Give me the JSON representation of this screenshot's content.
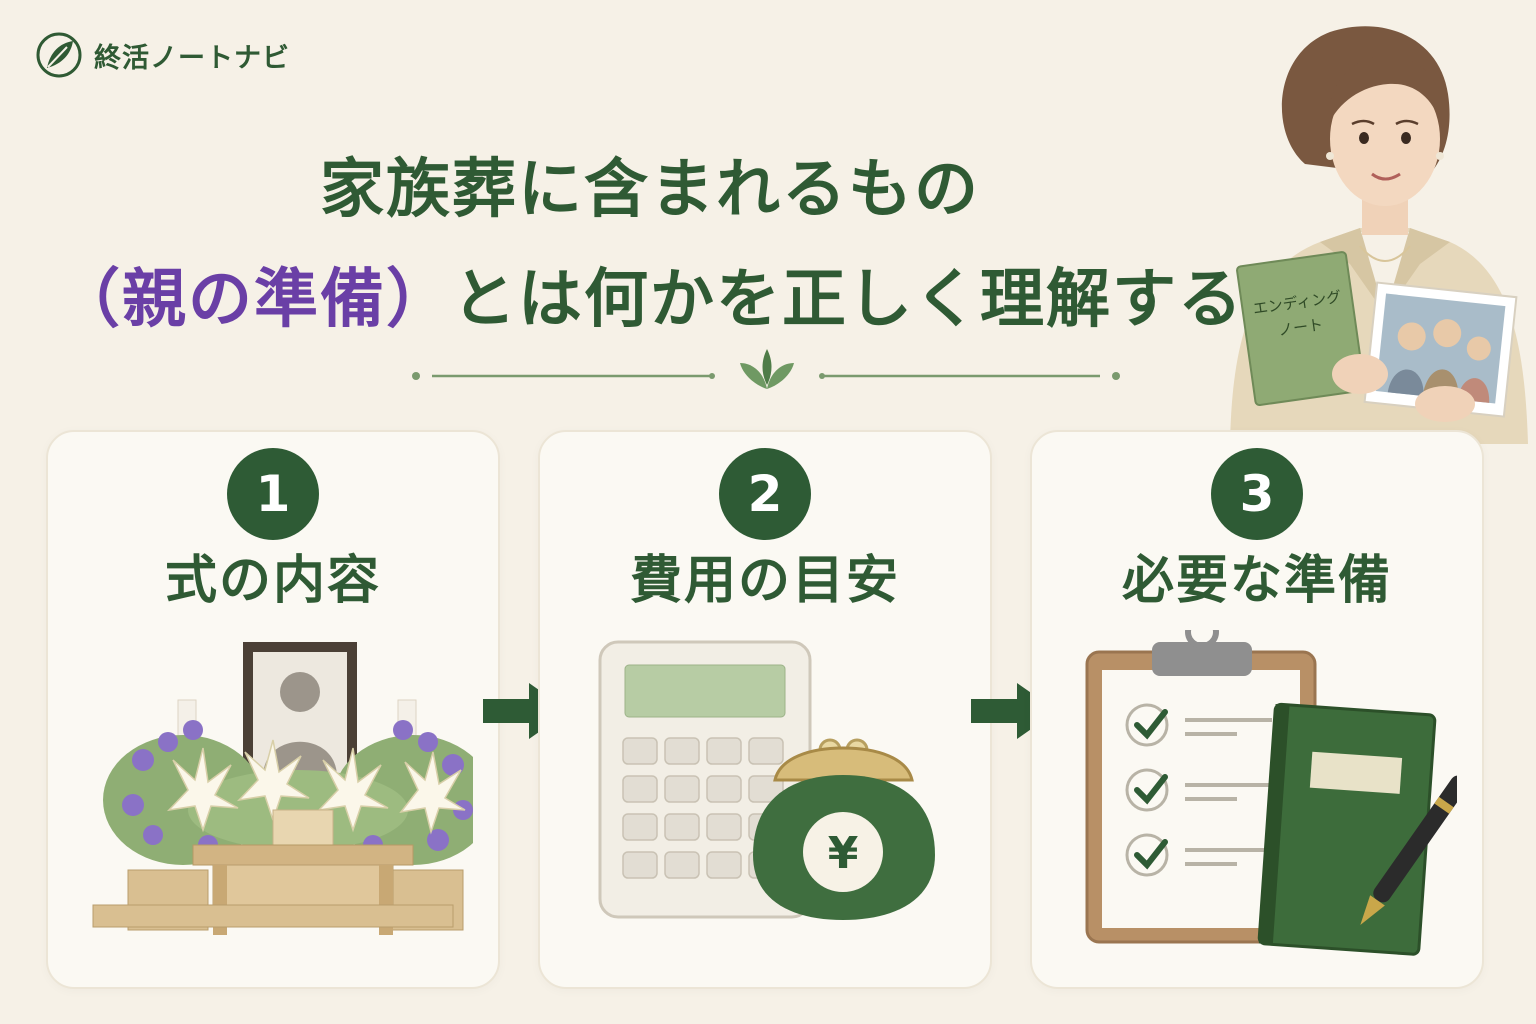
{
  "brand": {
    "name": "終活ノートナビ",
    "icon": "leaf-pen-icon"
  },
  "title": {
    "line1": "家族葬に含まれるもの",
    "line2_accent": "（親の準備）",
    "line2_rest": "とは何かを正しく理解する"
  },
  "colors": {
    "primary": "#2e5b35",
    "accent": "#6a3fa6",
    "background": "#f6f1e7",
    "card": "#fbf9f3"
  },
  "steps": [
    {
      "number": "1",
      "title": "式の内容",
      "icon": "funeral-altar-icon"
    },
    {
      "number": "2",
      "title": "費用の目安",
      "icon": "calculator-purse-icon",
      "currency": "¥"
    },
    {
      "number": "3",
      "title": "必要な準備",
      "icon": "checklist-notebook-icon"
    }
  ],
  "illustration": {
    "book_text_1": "エンディング",
    "book_text_2": "ノート"
  }
}
